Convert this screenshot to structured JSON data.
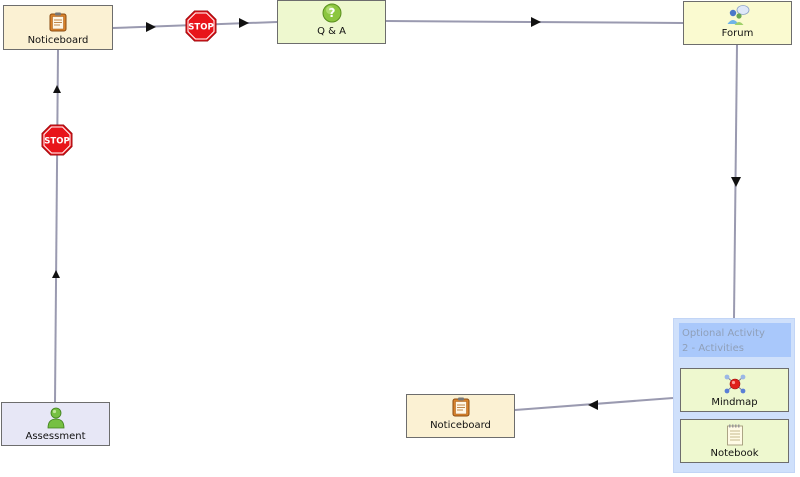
{
  "nodes": {
    "noticeboard_top": {
      "label": "Noticeboard",
      "icon": "noticeboard-icon"
    },
    "qa": {
      "label": "Q & A",
      "icon": "question-icon"
    },
    "forum": {
      "label": "Forum",
      "icon": "forum-icon"
    },
    "assessment": {
      "label": "Assessment",
      "icon": "user-icon"
    },
    "noticeboard_bottom": {
      "label": "Noticeboard",
      "icon": "noticeboard-icon"
    }
  },
  "stop_gates": {
    "label": "STOP"
  },
  "optional_group": {
    "title": "Optional Activity",
    "subtitle": "2 - Activities",
    "activities": [
      {
        "label": "Mindmap",
        "icon": "mindmap-icon"
      },
      {
        "label": "Notebook",
        "icon": "notebook-icon"
      }
    ]
  },
  "colors": {
    "noticeboard": "#fbf1d3",
    "qa": "#eef8cf",
    "forum": "#fafad0",
    "assessment": "#e7e7f6",
    "optional_bg": "#cfe0fb",
    "optional_header": "#a9c8fb",
    "stop": "#e8141a",
    "edge": "#9a9ab0"
  }
}
